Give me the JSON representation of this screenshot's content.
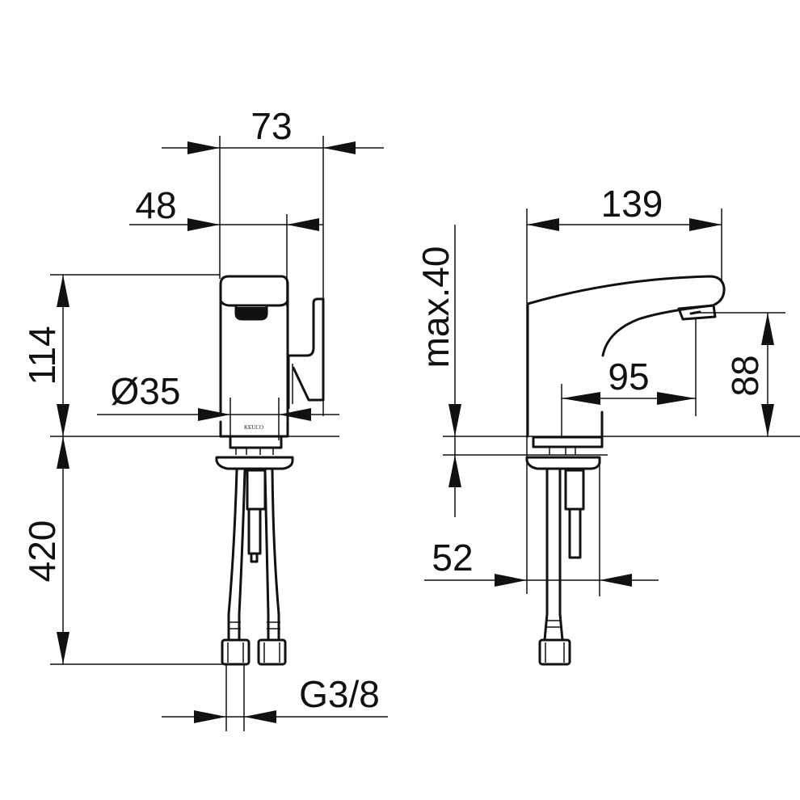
{
  "drawing": {
    "front_view": {
      "width_total": "73",
      "width_body": "48",
      "height_above_deck": "114",
      "hole_diameter": "Ø35",
      "hose_length": "420",
      "connection_thread": "G3/8",
      "brand_logo": "KEUCO"
    },
    "side_view": {
      "deck_thickness": "max.40",
      "projection": "139",
      "spout_reach": "95",
      "spout_height": "88",
      "base_depth": "52"
    }
  }
}
